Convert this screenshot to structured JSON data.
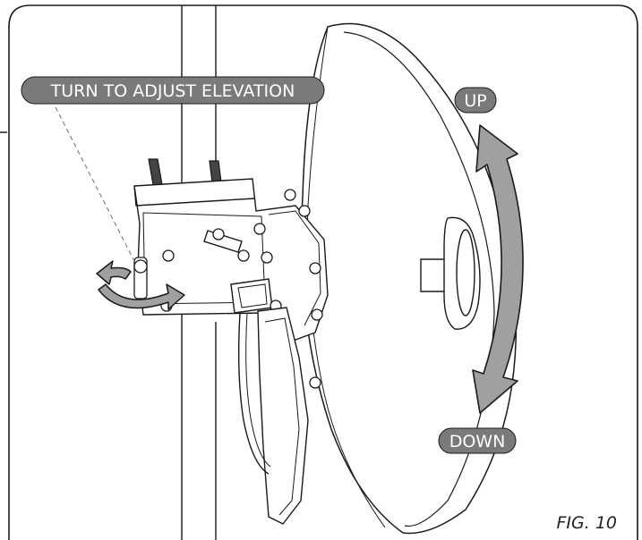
{
  "callouts": {
    "adjust_label": "TURN TO ADJUST ELEVATION",
    "up_label": "UP",
    "down_label": "DOWN"
  },
  "figure_label": "FIG. 10",
  "colors": {
    "pill_fill": "#7a7a7a",
    "arrow_fill": "#a0a0a0",
    "outline": "#1a1a1a"
  }
}
